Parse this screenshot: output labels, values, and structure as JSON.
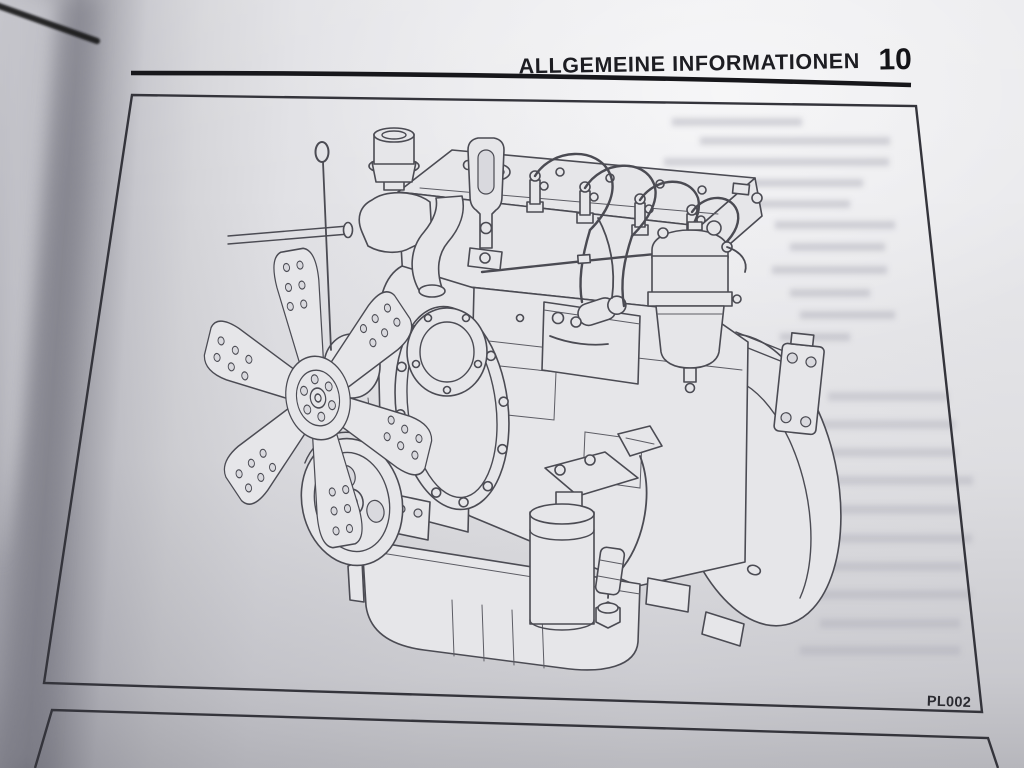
{
  "page": {
    "header": {
      "section_title": "ALLGEMEINE INFORMATIONEN",
      "section_number": "10"
    },
    "figure": {
      "code": "PL002",
      "illustration": "diesel-engine-isometric-line-drawing"
    },
    "colors": {
      "paper": "#e9e9ec",
      "binding_shadow": "#8d8d96",
      "ink": "#1d1d22",
      "line_art": "#4b4b53",
      "box_border": "#34343b"
    }
  }
}
